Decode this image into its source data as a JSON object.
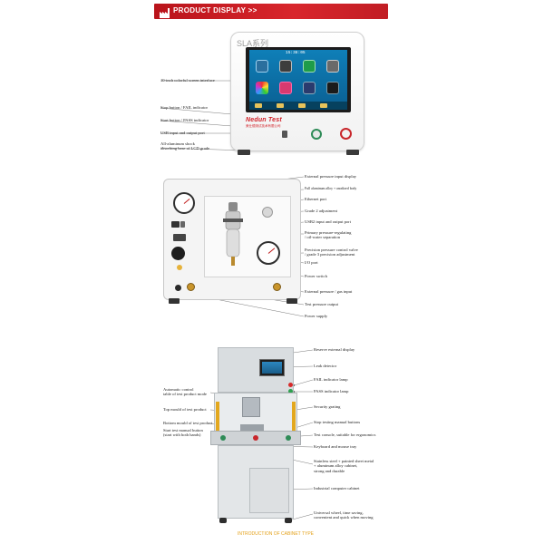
{
  "header": {
    "title": "PRODUCT DISPLAY >>"
  },
  "sla": {
    "series_name": "SLA系列",
    "screen_time": "15:38:05",
    "brand": "Nedun Test",
    "brand_sub": "美仕德测试技术有限公司",
    "labels": [
      "10-inch colorful screen interface",
      "Stop button / FAIL indicator",
      "Start button / PASS indicator",
      "USB input and output port",
      "All-aluminum shock\nabsorbing base of LCD grade"
    ]
  },
  "panel": {
    "labels": [
      "External pressure input display",
      "Full aluminum alloy + anodized body",
      "Ethernet port",
      "Grade 2 adjustment",
      "USB2 input and output port",
      "Primary pressure-regulating\n/ oil-water separation",
      "Precision pressure control valve\n/ grade 3 precision adjustment",
      "I/O port",
      "Power switch",
      "External pressure / gas input",
      "Test pressure output",
      "Power supply"
    ]
  },
  "cabinet": {
    "labels_right": [
      "Reserve external display",
      "Leak detector",
      "FAIL indicator lamp",
      "PASS indicator lamp",
      "Security grating",
      "Stop testing manual buttons",
      "Test console, suitable for ergonomics",
      "Keyboard and mouse tray",
      "Stainless steel + painted sheet metal\n+ aluminum alloy cabinet,\nstrong and durable",
      "Industrial computer cabinet",
      "Universal wheel, time saving,\nconvenient and quick when moving"
    ],
    "labels_left": [
      "Automatic control\ntable of test product mode",
      "Top mould of test product",
      "Bottom mould of test product",
      "Start test manual button\n(start with both hands)"
    ],
    "footer": "INTRODUCTION OF CABINET TYPE"
  },
  "colors": {
    "banner_red": "#d21f26",
    "footer_orange": "#e4a21c",
    "screen_blue": "#0f7fb8",
    "light_curtain_yellow": "#e3a81f"
  },
  "icons": [
    "factory-icon",
    "gauge-icon",
    "regulator-icon",
    "usb-icon"
  ]
}
